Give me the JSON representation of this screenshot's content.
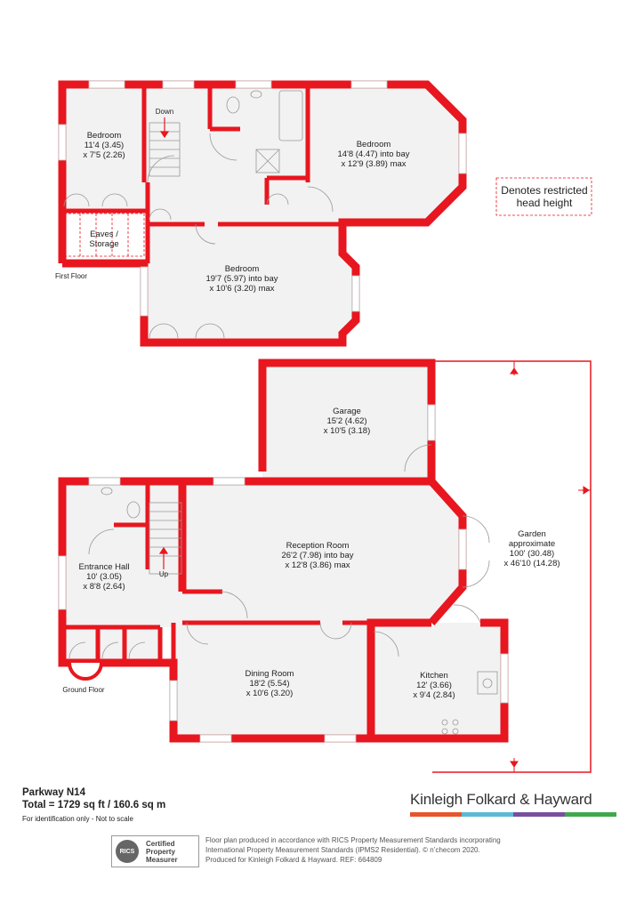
{
  "rooms": {
    "bedroom1": {
      "name": "Bedroom",
      "dims1": "11'4 (3.45)",
      "dims2": "x 7'5 (2.26)"
    },
    "bedroom2": {
      "name": "Bedroom",
      "dims1": "14'8 (4.47) into bay",
      "dims2": "x 12'9 (3.89) max"
    },
    "bedroom3": {
      "name": "Bedroom",
      "dims1": "19'7 (5.97) into bay",
      "dims2": "x 10'6 (3.20) max"
    },
    "eaves": {
      "line1": "Eaves /",
      "line2": "Storage"
    },
    "garage": {
      "name": "Garage",
      "dims1": "15'2 (4.62)",
      "dims2": "x 10'5 (3.18)"
    },
    "reception": {
      "name": "Reception Room",
      "dims1": "26'2 (7.98) into bay",
      "dims2": "x 12'8 (3.86) max"
    },
    "entrance": {
      "name": "Entrance Hall",
      "dims1": "10' (3.05)",
      "dims2": "x 8'8 (2.64)"
    },
    "dining": {
      "name": "Dining Room",
      "dims1": "18'2 (5.54)",
      "dims2": "x 10'6 (3.20)"
    },
    "kitchen": {
      "name": "Kitchen",
      "dims1": "12' (3.66)",
      "dims2": "x 9'4 (2.84)"
    },
    "garden": {
      "name": "Garden",
      "line2": "approximate",
      "dims1": "100' (30.48)",
      "dims2": "x 46'10 (14.28)"
    }
  },
  "labels": {
    "down": "Down",
    "up": "Up",
    "first_floor": "First Floor",
    "ground_floor": "Ground Floor"
  },
  "legend": {
    "line1": "Denotes restricted",
    "line2": "head height"
  },
  "footer": {
    "address": "Parkway  N14",
    "total": "Total = 1729 sq ft / 160.6 sq m",
    "note": "For identification only - Not to scale"
  },
  "brand": {
    "name": "Kinleigh Folkard & Hayward",
    "bar_colors": [
      "#e8542b",
      "#5bbad5",
      "#7a4d9e",
      "#3fa84a"
    ]
  },
  "rics": {
    "logo": "RICS",
    "line1": "Certified",
    "line2": "Property",
    "line3": "Measurer"
  },
  "disclaimer": {
    "line1": "Floor plan produced in accordance with RICS Property Measurement Standards incorporating",
    "line2": "International Property Measurement Standards (IPMS2 Residential).  © n’checom 2020.",
    "line3": "Produced for Kinleigh Folkard & Hayward.   REF: 664809"
  },
  "colors": {
    "wall": "#e8161f",
    "floor": "#f2f2f2",
    "fixture": "#999999"
  }
}
